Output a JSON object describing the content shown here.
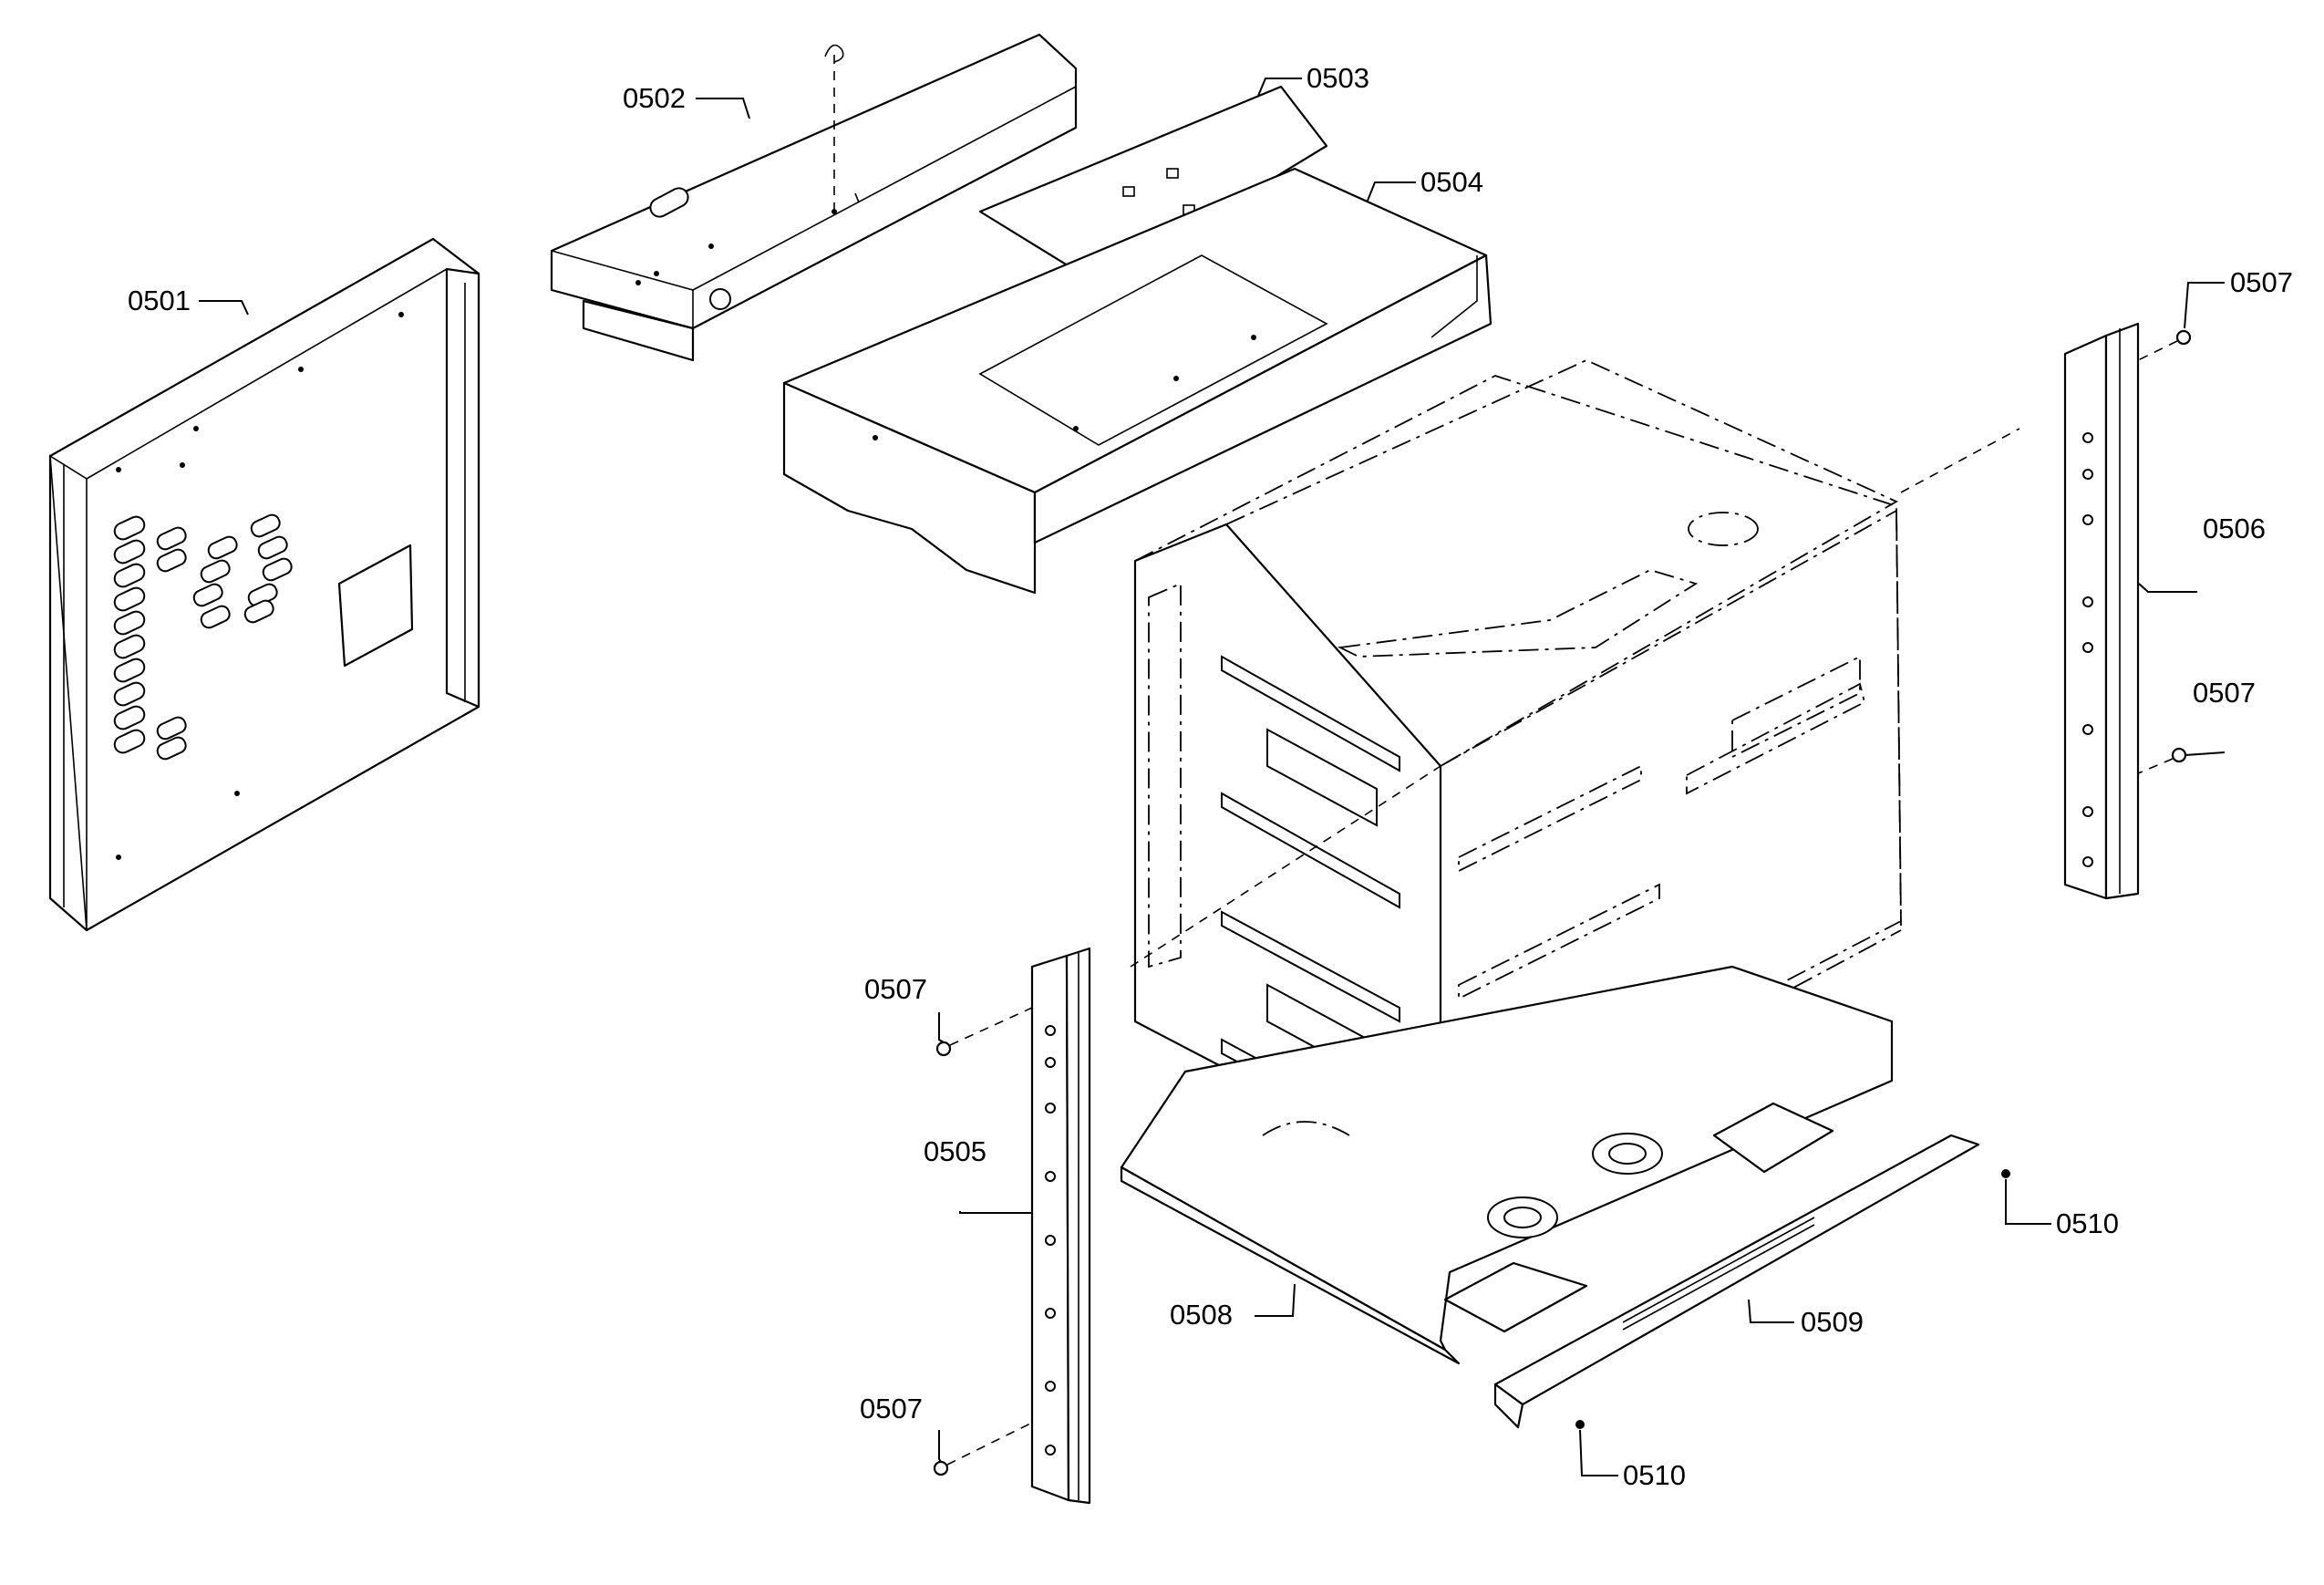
{
  "diagram": {
    "callouts": [
      {
        "id": "c1",
        "text": "0501"
      },
      {
        "id": "c2",
        "text": "0502"
      },
      {
        "id": "c3",
        "text": "0503"
      },
      {
        "id": "c4",
        "text": "0504"
      },
      {
        "id": "c5",
        "text": "0507"
      },
      {
        "id": "c6",
        "text": "0506"
      },
      {
        "id": "c7",
        "text": "0507"
      },
      {
        "id": "c8",
        "text": "0507"
      },
      {
        "id": "c9",
        "text": "0505"
      },
      {
        "id": "c10",
        "text": "0507"
      },
      {
        "id": "c11",
        "text": "0508"
      },
      {
        "id": "c12",
        "text": "0509"
      },
      {
        "id": "c13",
        "text": "0510"
      },
      {
        "id": "c14",
        "text": "0510"
      }
    ]
  }
}
